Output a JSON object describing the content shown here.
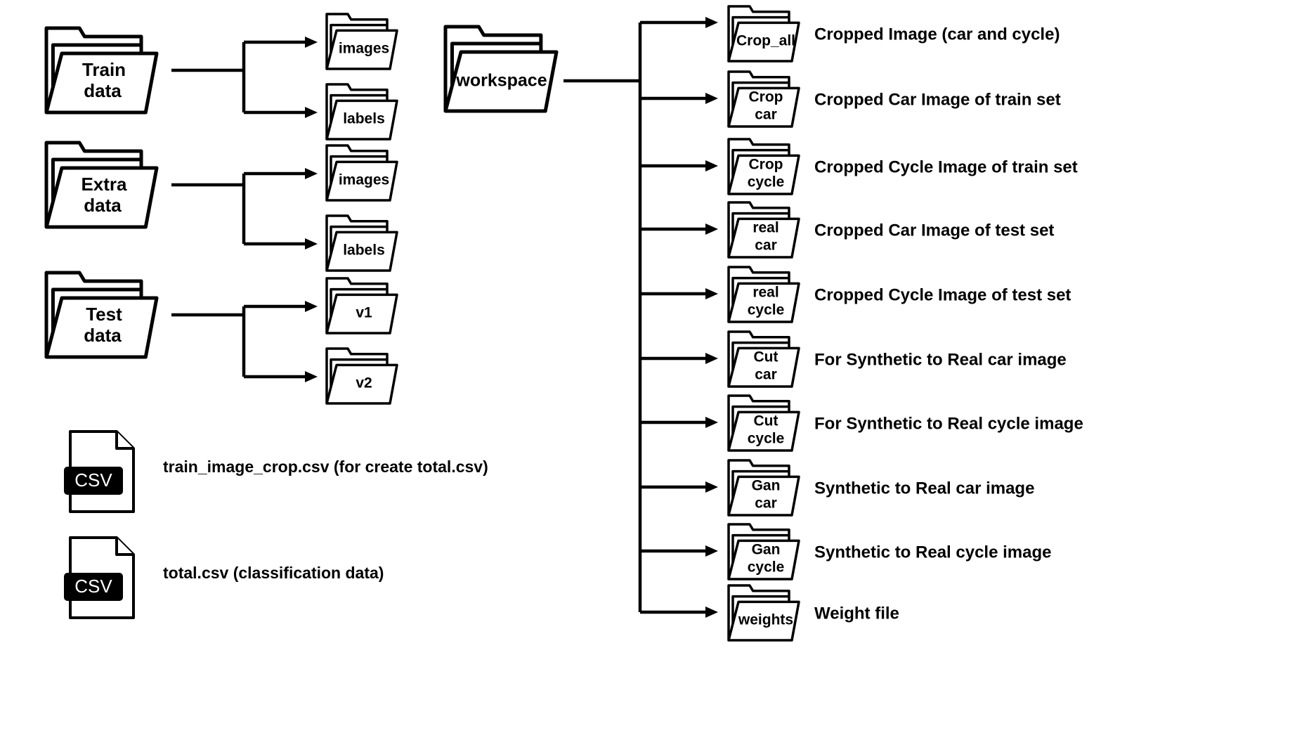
{
  "left_groups": [
    {
      "name": "train-data",
      "title": [
        "Train",
        "data"
      ],
      "children": [
        "images",
        "labels"
      ]
    },
    {
      "name": "extra-data",
      "title": [
        "Extra",
        "data"
      ],
      "children": [
        "images",
        "labels"
      ]
    },
    {
      "name": "test-data",
      "title": [
        "Test",
        "data"
      ],
      "children": [
        "v1",
        "v2"
      ]
    }
  ],
  "csv_files": [
    {
      "badge": "CSV",
      "caption": "train_image_crop.csv (for create total.csv)"
    },
    {
      "badge": "CSV",
      "caption": "total.csv (classification data)"
    }
  ],
  "workspace": {
    "title": "workspace",
    "children": [
      {
        "name": "crop-all",
        "folder": [
          "Crop_all"
        ],
        "description": "Cropped Image (car and cycle)"
      },
      {
        "name": "crop-car",
        "folder": [
          "Crop",
          "car"
        ],
        "description": "Cropped Car Image of train set"
      },
      {
        "name": "crop-cycle",
        "folder": [
          "Crop",
          "cycle"
        ],
        "description": "Cropped Cycle Image of train set"
      },
      {
        "name": "real-car",
        "folder": [
          "real",
          "car"
        ],
        "description": "Cropped Car Image of test set"
      },
      {
        "name": "real-cycle",
        "folder": [
          "real",
          "cycle"
        ],
        "description": "Cropped Cycle Image of test set"
      },
      {
        "name": "cut-car",
        "folder": [
          "Cut",
          "car"
        ],
        "description": "For Synthetic to Real car image"
      },
      {
        "name": "cut-cycle",
        "folder": [
          "Cut",
          "cycle"
        ],
        "description": "For Synthetic to Real cycle image"
      },
      {
        "name": "gan-car",
        "folder": [
          "Gan",
          "car"
        ],
        "description": "Synthetic to Real car image"
      },
      {
        "name": "gan-cycle",
        "folder": [
          "Gan",
          "cycle"
        ],
        "description": "Synthetic to Real cycle image"
      },
      {
        "name": "weights",
        "folder": [
          "weights"
        ],
        "description": "Weight file"
      }
    ]
  }
}
